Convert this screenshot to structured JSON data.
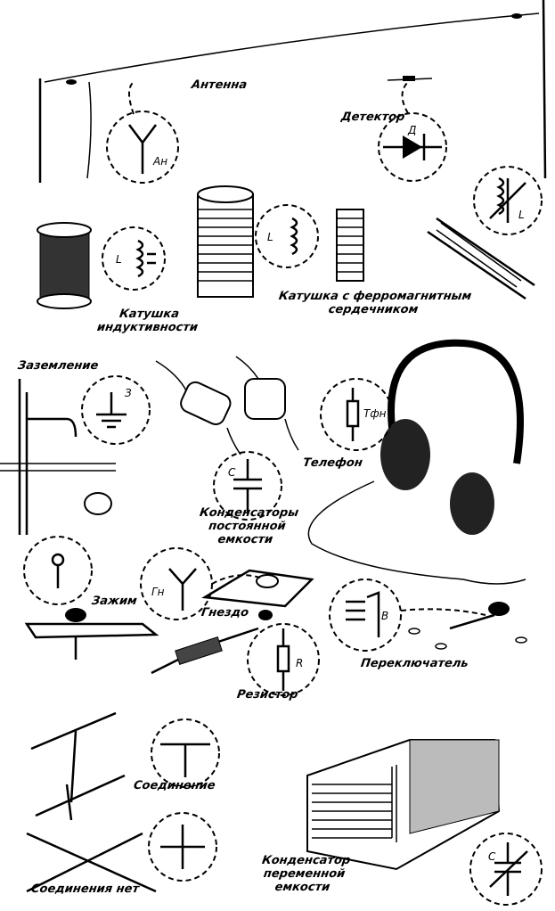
{
  "labels": {
    "antenna": "Антенна",
    "detector": "Детектор",
    "coil": [
      "Катушка",
      "индуктивности"
    ],
    "ferro_coil": [
      "Катушка с ферромагнитным",
      "сердечником"
    ],
    "ground": "Заземление",
    "phone": "Телефон",
    "capacitors": [
      "Конденсаторы",
      "постоянной",
      "емкости"
    ],
    "clamp": "Зажим",
    "socket": "Гнездо",
    "switch": "Переключатель",
    "resistor": "Резистор",
    "connection": "Соединение",
    "no_connection": "Соединения нет",
    "var_capacitor": [
      "Конденсатор",
      "переменной",
      "емкости"
    ]
  },
  "symbols": {
    "antenna": "Ан",
    "detector": "Д",
    "inductor": "L",
    "inductor2": "L",
    "ferro_inductor": "L",
    "ground": "З",
    "phone": "Тфн",
    "capacitor": "С",
    "socket": "Гн",
    "switch": "В",
    "resistor": "R",
    "var_capacitor": "С"
  }
}
